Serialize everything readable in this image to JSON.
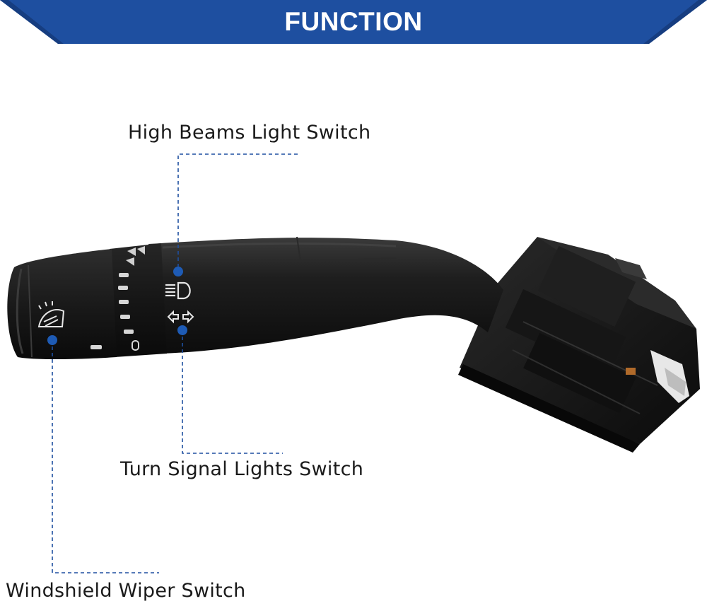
{
  "banner": {
    "title": "FUNCTION",
    "color": "#1e4fa0"
  },
  "callouts": [
    {
      "id": "high-beams",
      "label": "High Beams Light Switch"
    },
    {
      "id": "turn-signal",
      "label": "Turn Signal Lights Switch"
    },
    {
      "id": "wiper",
      "label": "Windshield Wiper Switch"
    }
  ],
  "colors": {
    "leader": "#1e4fa0",
    "dot": "#1e5bb5",
    "lever": "#1b1b1b",
    "connector": "#121212"
  },
  "icons": [
    "washer-icon",
    "high-beam-icon",
    "turn-signal-arrows-icon"
  ]
}
